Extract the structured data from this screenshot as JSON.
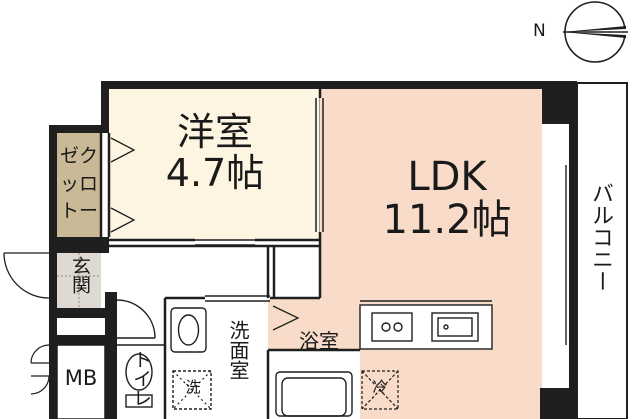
{
  "colors": {
    "wall": "#1f1f1f",
    "ldk_floor": "#f8dcc9",
    "bedroom_floor": "#fdf5e2",
    "closet_floor": "#c9b996",
    "entrance_floor": "#ded9d2",
    "white": "#ffffff"
  },
  "compass": {
    "label": "N",
    "icon": "north-arrow-icon"
  },
  "rooms": {
    "bedroom": {
      "name": "洋室",
      "size": "4.7帖"
    },
    "ldk": {
      "name": "LDK",
      "size": "11.2帖"
    },
    "closet": {
      "lines": [
        "ゼク",
        "ッロ",
        "トー"
      ]
    },
    "balcony": {
      "name": "バルコニー"
    },
    "entrance": {
      "name": "玄関"
    },
    "meter_box": {
      "name": "MB"
    },
    "toilet": {
      "name": "トイレ"
    },
    "washroom": {
      "name": "洗面室"
    },
    "bathroom": {
      "name": "浴室"
    },
    "washer": {
      "name": "洗"
    },
    "fridge": {
      "name": "冷"
    }
  }
}
